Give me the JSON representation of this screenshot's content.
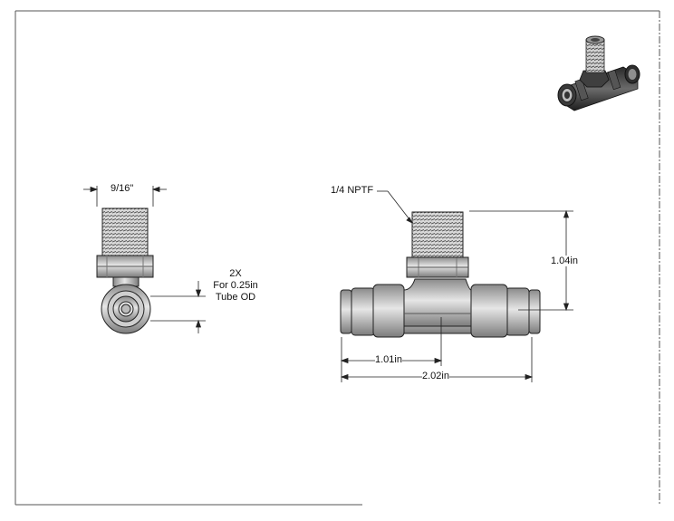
{
  "side_view": {
    "width_label": "9/16\"",
    "note_lines": [
      "2X",
      "For 0.25in",
      "Tube OD"
    ]
  },
  "front_view": {
    "thread_label": "1/4 NPTF",
    "height_label": "1.04in",
    "half_length_label": "1.01in",
    "length_label": "2.02in"
  }
}
